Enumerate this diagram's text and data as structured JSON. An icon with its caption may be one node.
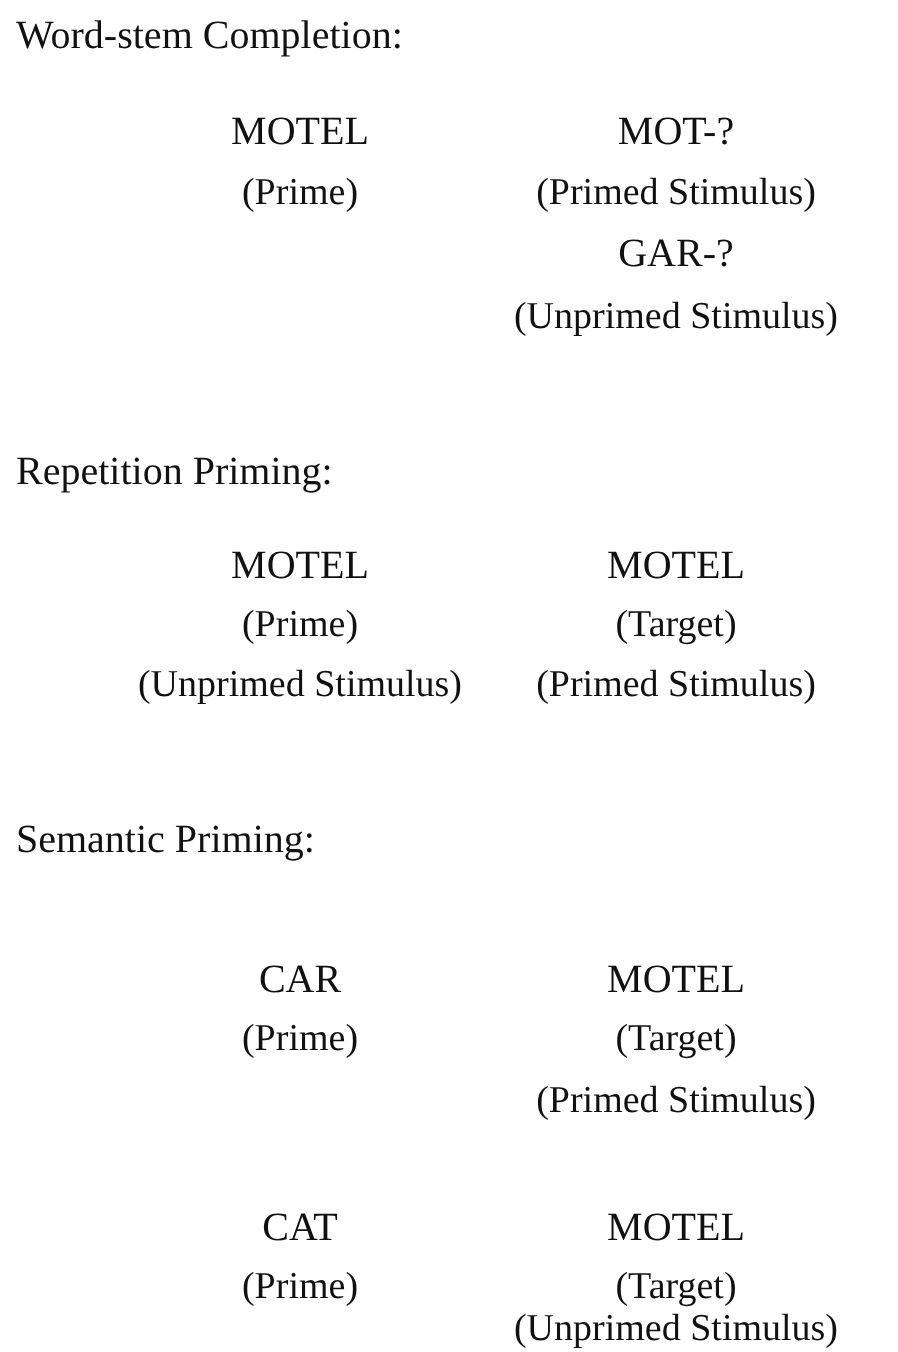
{
  "diagram": {
    "labels": [
      "Word-stem Completion:",
      "MOTEL",
      "MOT-?",
      "(Prime)",
      "(Primed Stimulus)",
      "GAR-?",
      "(Unprimed Stimulus)",
      "Repetition Priming:",
      "MOTEL",
      "MOTEL",
      "(Prime)",
      "(Target)",
      "(Unprimed Stimulus)",
      "(Primed Stimulus)",
      "Semantic Priming:",
      "CAR",
      "MOTEL",
      "(Prime)",
      "(Target)",
      "(Primed Stimulus)",
      "CAT",
      "MOTEL",
      "(Prime)",
      "(Target)",
      "(Unprimed Stimulus)"
    ]
  }
}
